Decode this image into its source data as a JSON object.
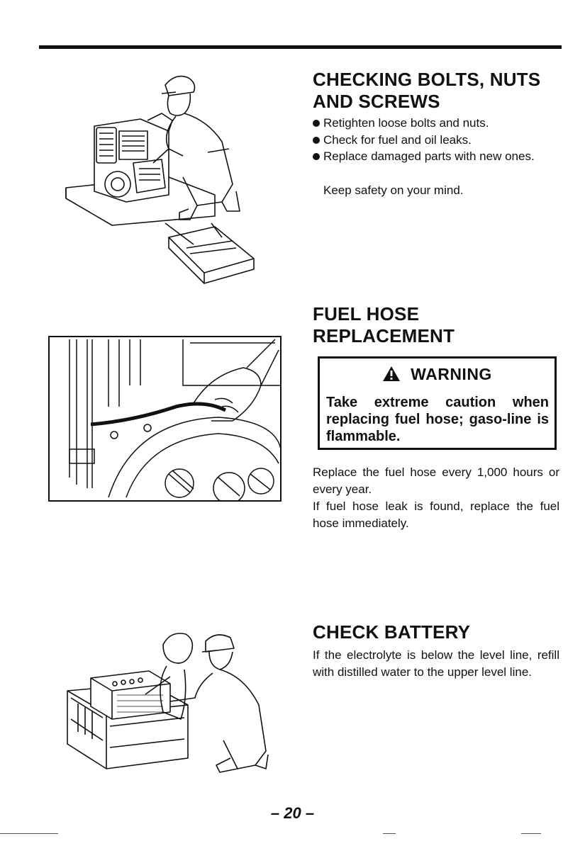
{
  "sections": [
    {
      "heading": [
        "CHECKING BOLTS, NUTS",
        "AND SCREWS"
      ],
      "bullets": [
        "Retighten loose bolts and nuts.",
        "Check for fuel and oil leaks.",
        "Replace damaged parts with new ones."
      ],
      "note": "Keep safety on your mind."
    },
    {
      "heading": [
        "FUEL HOSE",
        "REPLACEMENT"
      ],
      "warning": {
        "title": "WARNING",
        "text": "Take extreme caution when replacing fuel hose; gaso-line is flammable."
      },
      "paragraphs": [
        "Replace the fuel hose every 1,000 hours or every year.",
        "If fuel hose leak is found, replace the fuel hose immediately."
      ]
    },
    {
      "heading": [
        "CHECK BATTERY"
      ],
      "paragraphs": [
        "If the electrolyte is below the level line, refill with distilled water to the upper level line."
      ]
    }
  ],
  "page_number": "– 20 –",
  "icons": {
    "warning": "warning-triangle-icon",
    "bullet": "filled-circle-bullet"
  },
  "colors": {
    "ink": "#111111",
    "paper": "#ffffff"
  }
}
